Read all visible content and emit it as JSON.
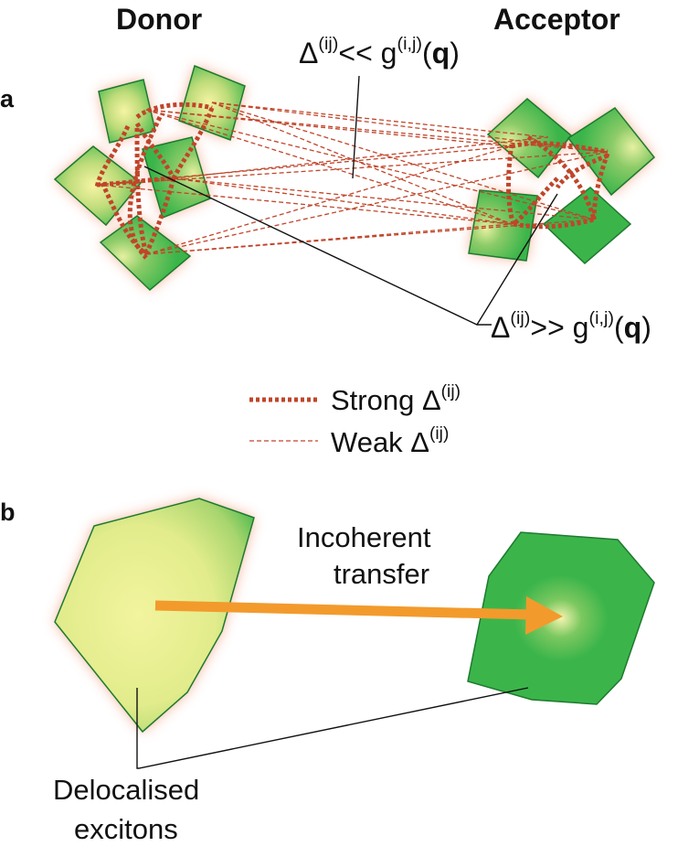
{
  "panel_a": {
    "letter": "a",
    "donor_label": "Donor",
    "acceptor_label": "Acceptor",
    "annotation_top": {
      "delta": "Δ",
      "delta_sup": "(ij)",
      "rel": "<<",
      "g": "g",
      "g_sup": "(i,j)",
      "open": "(",
      "q": "q",
      "close": ")"
    },
    "annotation_bottom": {
      "delta": "Δ",
      "delta_sup": "(ij)",
      "rel": ">>",
      "g": "g",
      "g_sup": "(i,j)",
      "open": "(",
      "q": "q",
      "close": ")"
    },
    "legend": {
      "strong": {
        "text": "Strong Δ",
        "sup": "(ij)"
      },
      "weak": {
        "text": "Weak Δ",
        "sup": "(ij)"
      }
    }
  },
  "panel_b": {
    "letter": "b",
    "transfer_label_1": "Incoherent",
    "transfer_label_2": "transfer",
    "exciton_label_1": "Delocalised",
    "exciton_label_2": "excitons"
  },
  "colors": {
    "green": "#3bb54a",
    "green_stroke": "#1d7a2e",
    "yellow_core": "#f4f49a",
    "dash": "#c0452a",
    "glow": "#f0a88c",
    "arrow": "#f39a2c"
  }
}
